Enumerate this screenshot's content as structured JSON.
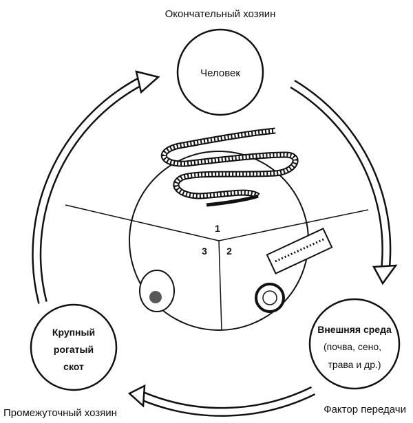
{
  "title_top": "Окончательный хозяин",
  "human": "Человек",
  "cattle": [
    "Крупный",
    "рогатый",
    "скот"
  ],
  "environment": [
    "Внешняя среда",
    "(почва, сено,",
    "трава и др.)"
  ],
  "intermediate_host": "Промежуточный хозяин",
  "transmission_factor": "Фактор передачи",
  "sectors": [
    "1",
    "2",
    "3"
  ],
  "colors": {
    "ink": "#111111",
    "paper": "#ffffff"
  }
}
